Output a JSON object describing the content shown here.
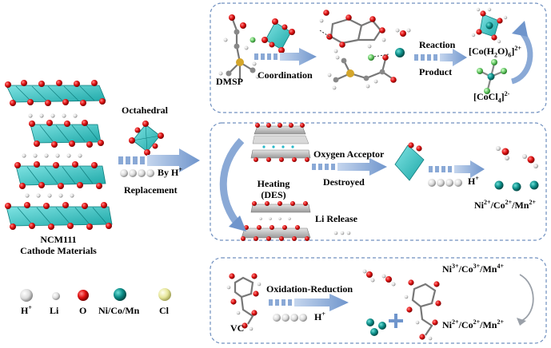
{
  "left": {
    "material_line1": "NCM111",
    "material_line2": "Cathode Materials",
    "octahedral": "Octahedral",
    "by_h": "By H",
    "by_h_sup": "+",
    "replacement": "Replacement"
  },
  "legend": {
    "h": "H",
    "h_sup": "+",
    "li": "Li",
    "o": "O",
    "ni_co_mn": "Ni/Co/Mn",
    "cl": "Cl"
  },
  "panel_top": {
    "dmsp": "DMSP",
    "coordination": "Coordination",
    "reaction": "Reaction",
    "product": "Product",
    "co_h2o6": "[Co(H",
    "co_h2o6_sub": "2",
    "co_h2o6_mid": "O)",
    "co_h2o6_sub2": "6",
    "co_h2o6_end": "]",
    "co_h2o6_sup": "2+",
    "cocl4": "[CoCl",
    "cocl4_sub": "4",
    "cocl4_end": "]",
    "cocl4_sup": "2-"
  },
  "panel_mid": {
    "heating_line1": "Heating",
    "heating_line2": "(DES)",
    "oxygen_acceptor": "Oxygen Acceptor",
    "destroyed": "Destroyed",
    "li_release": "Li Release",
    "h_plus": "H",
    "h_plus_sup": "+",
    "ions_ni": "Ni",
    "ions_ni_sup": "2+",
    "ions_co": "/Co",
    "ions_co_sup": "2+",
    "ions_mn": "/Mn",
    "ions_mn_sup": "2+"
  },
  "panel_bot": {
    "vc": "VC",
    "oxidation_reduction": "Oxidation-Reduction",
    "h_plus": "H",
    "h_plus_sup": "+",
    "high_ni": "Ni",
    "high_ni_sup": "3+",
    "high_co": "/Co",
    "high_co_sup": "3+",
    "high_mn": "/Mn",
    "high_mn_sup": "4+",
    "low_ni": "Ni",
    "low_ni_sup": "2+",
    "low_co": "/Co",
    "low_co_sup": "2+",
    "low_mn": "/Mn",
    "low_mn_sup": "2+"
  },
  "colors": {
    "octahedron": "#3fc4c4",
    "oxygen": "#e01010",
    "teal_atom": "#0d8f8a",
    "chlorine": "#e6e69a",
    "hydrogen": "#e8e8e8",
    "arrow": "#8aa9d6",
    "panel_border": "#6f8fbf"
  }
}
